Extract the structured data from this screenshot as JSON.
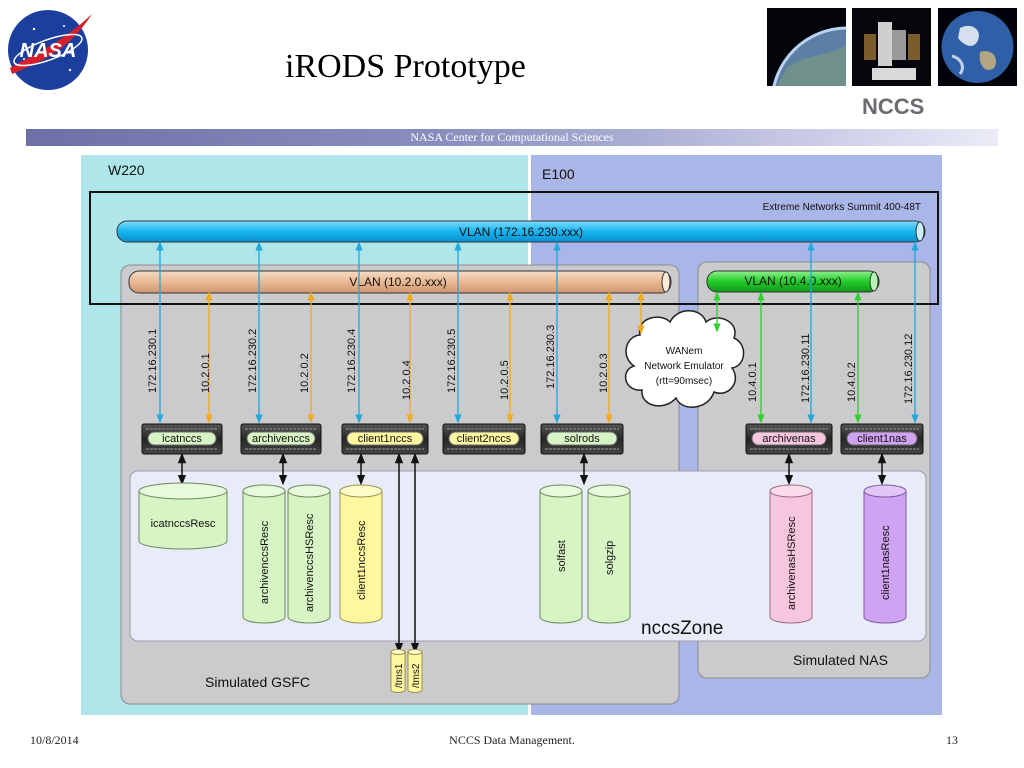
{
  "slide": {
    "title": "iRODS Prototype",
    "header_text": "NASA Center for Computational Sciences",
    "logo_text": "NASA",
    "nccs_text": "NCCS",
    "footer_date": "10/8/2014",
    "footer_center": "NCCS Data Management.",
    "footer_page": "13"
  },
  "diagram": {
    "rooms": {
      "left": "W220",
      "right": "E100"
    },
    "switch_label": "Extreme Networks Summit 400-48T",
    "vlans": {
      "main": "VLAN (172.16.230.xxx)",
      "gsfc": "VLAN (10.2.0.xxx)",
      "nas": "VLAN (10.4.0.xxx)"
    },
    "wanem": [
      "WANem",
      "Network Emulator",
      "(rtt=90msec)"
    ],
    "ip_labels": [
      "172.16.230.1",
      "10.2.0.1",
      "172.16.230.2",
      "10.2.0.2",
      "172.16.230.4",
      "10.2.0.4",
      "172.16.230.5",
      "10.2.0.5",
      "172.16.230.3",
      "10.2.0.3",
      "10.4.0.1",
      "172.16.230.11",
      "10.4.0.2",
      "172.16.230.12"
    ],
    "servers": [
      "icatnccs",
      "archivenccs",
      "client1nccs",
      "client2nccs",
      "solrods",
      "archivenas",
      "client1nas"
    ],
    "resources": [
      "icatnccsResc",
      "archivenccsResc",
      "archivenccsHSResc",
      "client1nccsResc",
      "solfast",
      "solgzip",
      "archivenasHSResc",
      "client1nasResc"
    ],
    "tmp": [
      "/tms1",
      "/tms2"
    ],
    "zone_label": "nccsZone",
    "sim_gsfc": "Simulated GSFC",
    "sim_nas": "Simulated NAS"
  },
  "colors": {
    "cyan_room": "#aee6ea",
    "blue_room": "#aab5e8",
    "vlan_main": "#16b5ee",
    "vlan_gsfc": "#e9b892",
    "vlan_nas": "#22cc2a",
    "server_tag_green": "#d7f5c4",
    "server_tag_yellow": "#fff7a0",
    "server_tag_pink": "#f6c6de",
    "server_tag_purple": "#cfa2f2"
  }
}
